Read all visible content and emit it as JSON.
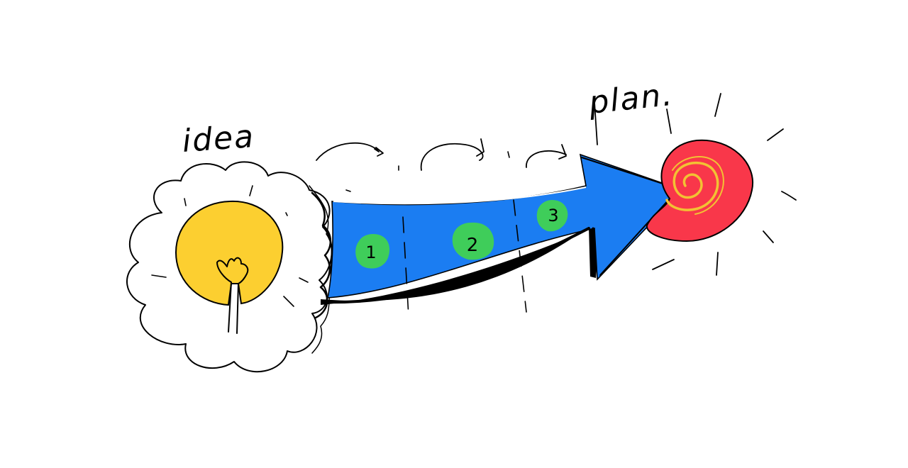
{
  "labels": {
    "idea": "idea",
    "plan": "plan.",
    "step1": "1",
    "step2": "2",
    "step3": "3"
  },
  "colors": {
    "background": "#ffffff",
    "idea_circle": "#fccf30",
    "arrow": "#1b7df2",
    "step_dot": "#3fcd5a",
    "target": "#f9374a",
    "spiral": "#f2c233",
    "ink": "#000000"
  },
  "icons": {
    "idea_bulb": "lightbulb-in-cloud",
    "goal": "target-with-spiral"
  }
}
